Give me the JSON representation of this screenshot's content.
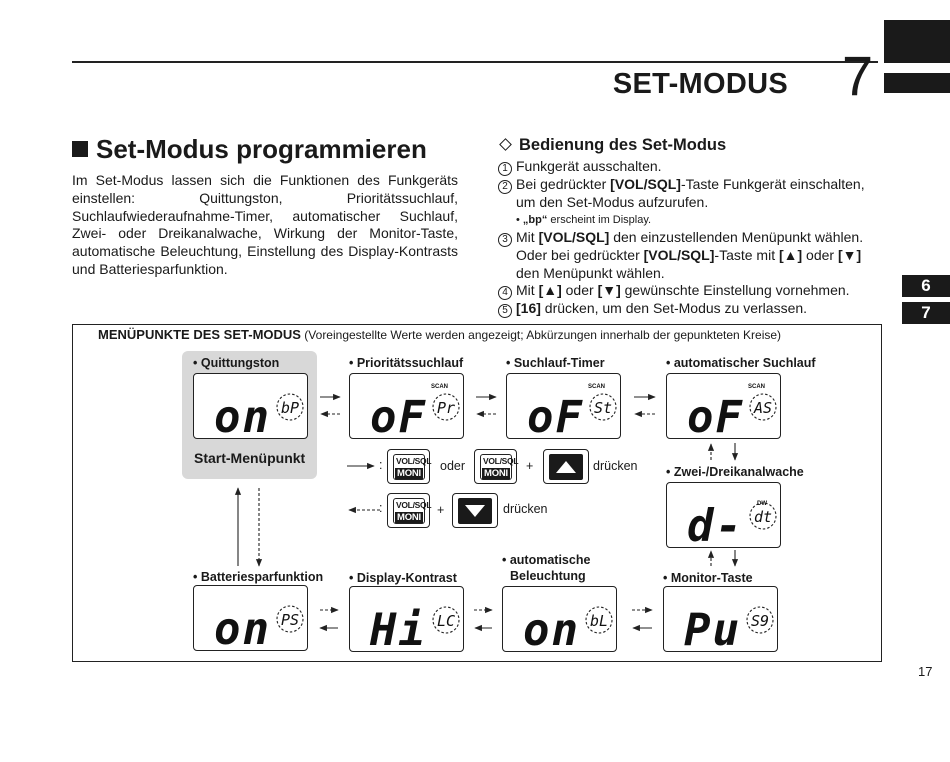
{
  "header": {
    "title": "SET-MODUS",
    "chapter": "7"
  },
  "side_tabs": [
    "6",
    "7"
  ],
  "section": {
    "title": "Set-Modus programmieren",
    "intro": "Im Set-Modus lassen sich die Funktionen des Funkgeräts einstellen: Quittungston, Prioritätssuchlauf, Suchlaufwiederaufnahme-Timer, automatischer Suchlauf, Zwei- oder Dreikanalwache, Wirkung der Monitor-Taste, automatische Beleuchtung, Einstellung des Display-Kontrasts und Batteriesparfunktion."
  },
  "operation": {
    "title": "Bedienung des Set-Modus",
    "step1": {
      "num": "1",
      "text": "Funkgerät ausschalten."
    },
    "step2": {
      "num": "2",
      "pre": "Bei gedrückter ",
      "key": "[VOL/SQL]",
      "post": "-Taste Funkgerät einschalten,",
      "cont": "um den Set-Modus aufzurufen.",
      "note_bullet": "• ",
      "note_bold": "„bp“",
      "note_rest": " erscheint im Display."
    },
    "step3": {
      "num": "3",
      "pre": "Mit ",
      "key": "[VOL/SQL]",
      "post": " den einzustellenden Menüpunkt wählen.",
      "l2_pre": "Oder bei gedrückter ",
      "l2_key": "[VOL/SQL]",
      "l2_mid": "-Taste mit ",
      "up": "[▲]",
      "oder": " oder ",
      "down": "[▼]",
      "cont": "den Menüpunkt wählen."
    },
    "step4": {
      "num": "4",
      "pre": "Mit ",
      "up": "[▲]",
      "oder": " oder ",
      "down": "[▼]",
      "post": " gewünschte Einstellung vornehmen."
    },
    "step5": {
      "num": "5",
      "key": "[16]",
      "post": " drücken, um den Set-Modus zu verlassen."
    }
  },
  "diagram": {
    "heading": "MENÜPUNKTE DES SET-MODUS",
    "subheading": " (Voreingestellte Werte werden angezeigt; Abkürzungen innerhalb der gepunkteten Kreise)",
    "start_label": "Start-Menüpunkt",
    "labels": {
      "quittungston": "• Quittungston",
      "prioritaet": "• Prioritätssuchlauf",
      "timer": "• Suchlauf-Timer",
      "auto_scan": "• automatischer Suchlauf",
      "zwei_drei": "• Zwei-/Dreikanalwache",
      "batterie": "• Batteriesparfunktion",
      "kontrast": "• Display-Kontrast",
      "beleuchtung_1": "• automatische",
      "beleuchtung_2": "Beleuchtung",
      "monitor": "• Monitor-Taste"
    },
    "scan_tag": "SCAN",
    "dw_tag": "DW",
    "legend": {
      "colon": ":",
      "oder": "oder",
      "plus": "+",
      "druecken": "drücken",
      "key_top": "VOL/SQL",
      "key_bottom": "MONI"
    },
    "displays": {
      "quittungston": {
        "main": "on",
        "abbr": "bP"
      },
      "prioritaet": {
        "main": "oF",
        "abbr": "Pr"
      },
      "timer": {
        "main": "oF",
        "abbr": "St"
      },
      "auto_scan": {
        "main": "oF",
        "abbr": "AS"
      },
      "zwei_drei": {
        "main": "d-",
        "abbr": "dt"
      },
      "batterie": {
        "main": "on",
        "abbr": "PS"
      },
      "kontrast": {
        "main": "Hi",
        "abbr": "LC"
      },
      "beleuchtung": {
        "main": "on",
        "abbr": "bL"
      },
      "monitor": {
        "main": "Pu",
        "abbr": "S9"
      }
    }
  },
  "page_number": "17"
}
